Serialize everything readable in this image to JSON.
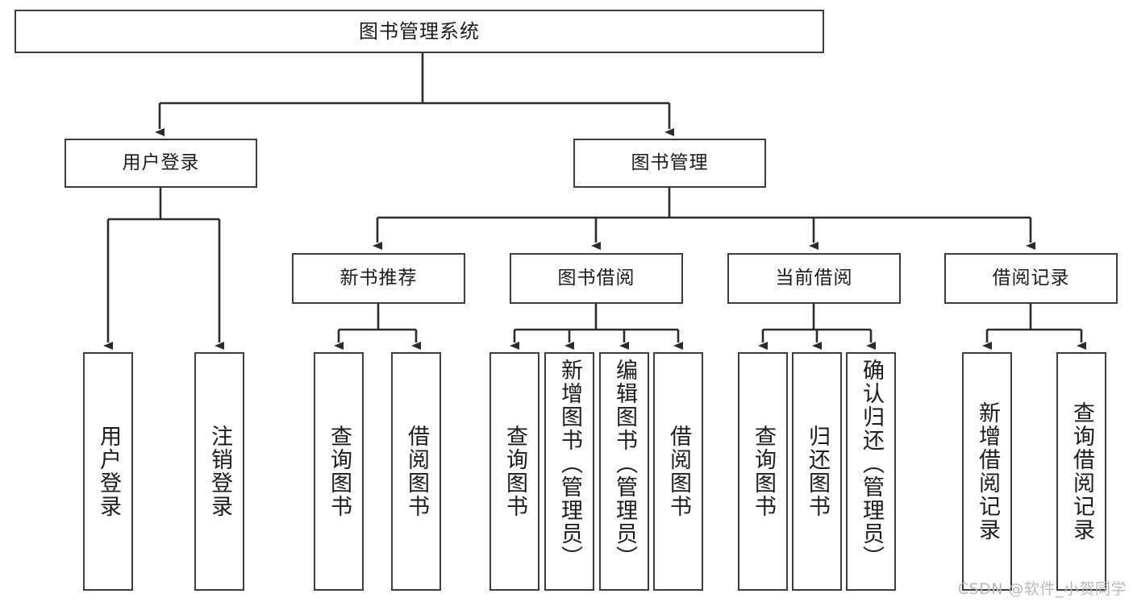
{
  "diagram": {
    "title": "图书管理系统",
    "watermark": "CSDN @软件_小贺同学",
    "line_color": "#2b2b2b",
    "box_border_color": "#3b3b3b",
    "background": "#ffffff",
    "levels": {
      "root": {
        "label": "图书管理系统"
      },
      "level1": [
        {
          "label": "用户登录"
        },
        {
          "label": "图书管理"
        }
      ],
      "level2": [
        {
          "label": "新书推荐"
        },
        {
          "label": "图书借阅"
        },
        {
          "label": "当前借阅"
        },
        {
          "label": "借阅记录"
        }
      ],
      "leaves": {
        "user_login": [
          {
            "label": "用户登录"
          },
          {
            "label": "注销登录"
          }
        ],
        "new_book_recommend": [
          {
            "label": "查询图书"
          },
          {
            "label": "借阅图书"
          }
        ],
        "book_borrow": [
          {
            "label": "查询图书"
          },
          {
            "label": "新增图书（管理员）"
          },
          {
            "label": "编辑图书（管理员）"
          },
          {
            "label": "借阅图书"
          }
        ],
        "current_borrow": [
          {
            "label": "查询图书"
          },
          {
            "label": "归还图书"
          },
          {
            "label": "确认归还（管理员）"
          }
        ],
        "borrow_record": [
          {
            "label": "新增借阅记录"
          },
          {
            "label": "查询借阅记录"
          }
        ]
      }
    }
  }
}
